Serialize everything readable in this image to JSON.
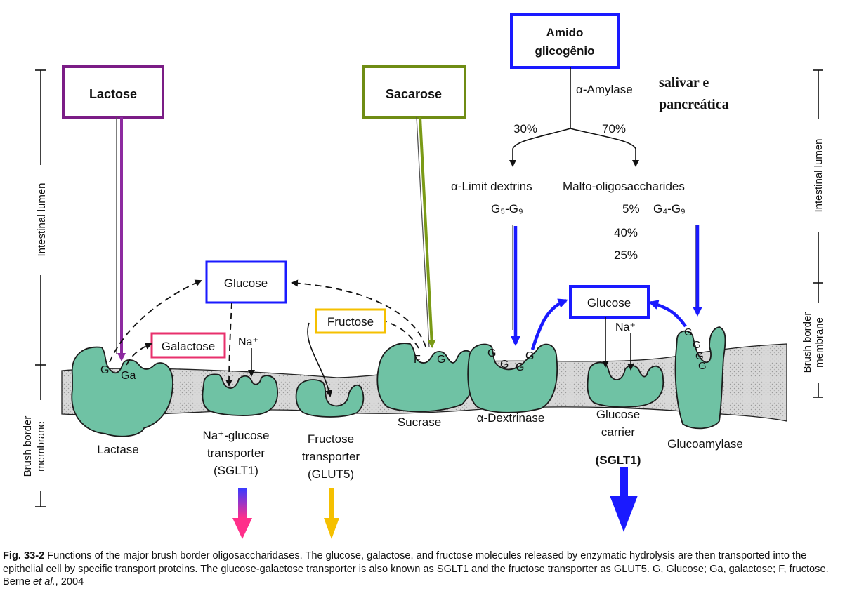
{
  "boxes": {
    "lactose": "Lactose",
    "sacarose": "Sacarose",
    "amido_line1": "Amido",
    "amido_line2": "glicogênio",
    "glucose_left": "Glucose",
    "glucose_right": "Glucose",
    "galactose": "Galactose",
    "fructose": "Fructose"
  },
  "amylase": {
    "label": "α-Amylase",
    "source_line1": "salivar e",
    "source_line2": "pancreática",
    "pct_left": "30%",
    "pct_right": "70%"
  },
  "products": {
    "dextrins": "α-Limit dextrins",
    "malto": "Malto-oligosaccharides",
    "g5g9": "G₅-G₉",
    "g4g9": "G₄-G₉",
    "pct5": "5%",
    "pct40": "40%",
    "pct25": "25%"
  },
  "molecules": {
    "g": "G",
    "ga": "Ga",
    "f": "F",
    "na": "Na⁺"
  },
  "enzymes": {
    "lactase": "Lactase",
    "sglt_line1": "Na⁺-glucose",
    "sglt_line2": "transporter",
    "sglt_line3": "(SGLT1)",
    "glut_line1": "Fructose",
    "glut_line2": "transporter",
    "glut_line3": "(GLUT5)",
    "sucrase": "Sucrase",
    "dextrinase": "α-Dextrinase",
    "carrier_line1": "Glucose",
    "carrier_line2": "carrier",
    "carrier_line3": "(SGLT1)",
    "glucoamylase": "Glucoamylase"
  },
  "side_labels": {
    "lumen_left": "Intestinal lumen",
    "brush_left_line1": "Brush border",
    "brush_left_line2": "membrane",
    "lumen_right": "Intestinal lumen",
    "brush_right_line1": "Brush border",
    "brush_right_line2": "membrane"
  },
  "caption": {
    "fig_label": "Fig. 33-2",
    "text1": " Functions of the major brush border oligosaccharidases. The glucose, galactose, and fructose molecules released by enzymatic hydrolysis are then transported into the epithelial cell by specific transport proteins. The glucose-galactose transporter is also known as SGLT1 and the fructose transporter as GLUT5.  G, Glucose; Ga, galactose; F, fructose. Berne ",
    "etal": "et al.",
    "text2": ", 2004"
  },
  "colors": {
    "lactose": "#7b1d86",
    "sacarose": "#6f8c14",
    "blue": "#1a1aff",
    "galactose": "#e8306c",
    "fructose": "#f5c000",
    "enzyme": "#6fc2a4",
    "membrane": "#d9d9d9"
  }
}
